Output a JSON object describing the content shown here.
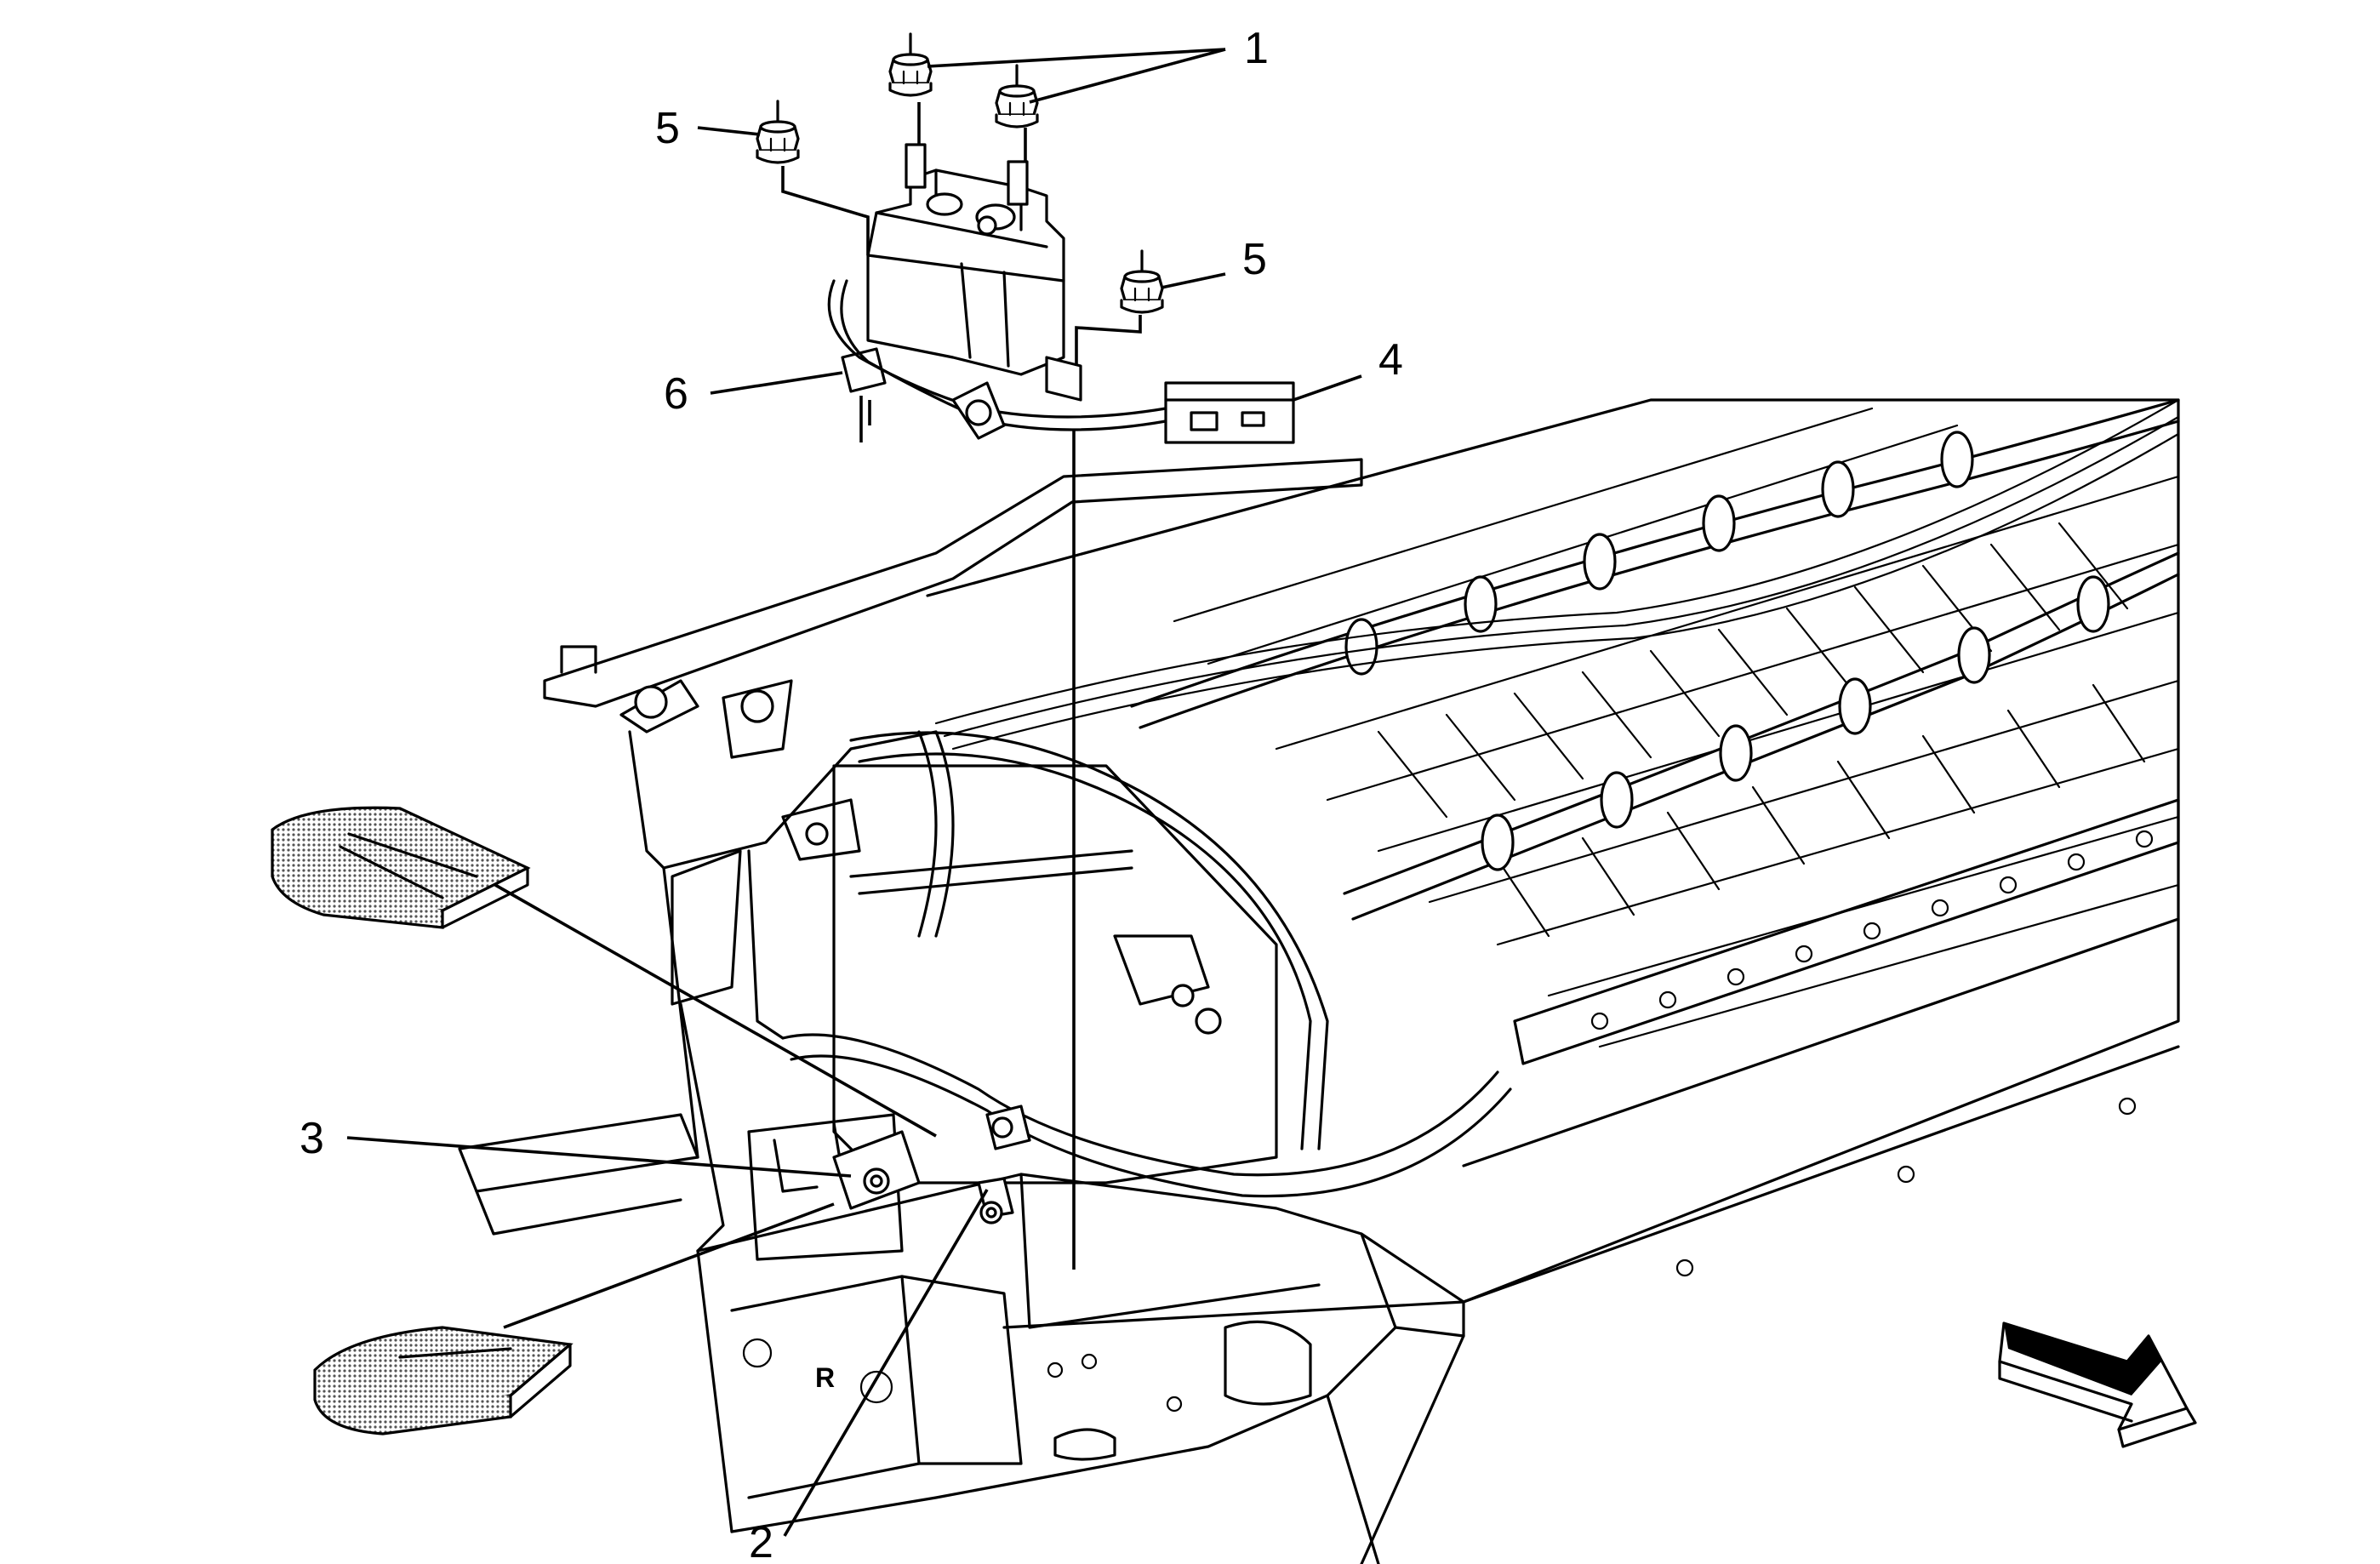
{
  "callouts": [
    {
      "id": "1",
      "label": "1"
    },
    {
      "id": "2",
      "label": "2"
    },
    {
      "id": "3",
      "label": "3"
    },
    {
      "id": "4",
      "label": "4"
    },
    {
      "id": "5a",
      "label": "5"
    },
    {
      "id": "5b",
      "label": "5"
    },
    {
      "id": "6",
      "label": "6"
    }
  ],
  "plate_marking": "R",
  "colors": {
    "line": "#000000",
    "background": "#ffffff",
    "pad_shading": "#8c8c8c"
  },
  "icons": [
    "direction-arrow-icon",
    "nut-icon"
  ]
}
